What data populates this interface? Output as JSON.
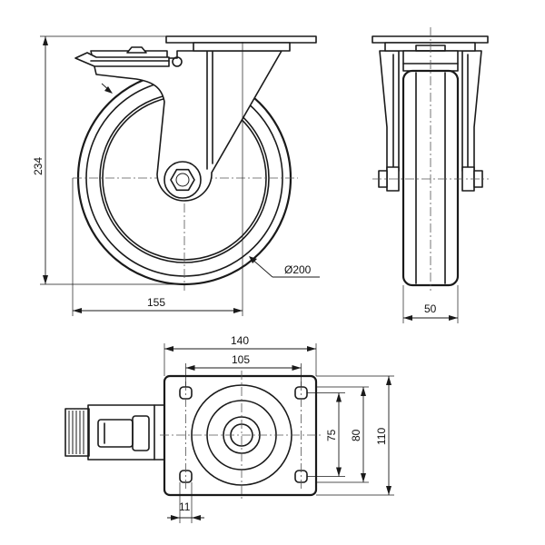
{
  "dimensions": {
    "overall_height": "234",
    "wheel_diameter": "Ø200",
    "offset": "155",
    "wheel_width": "50",
    "plate_width": "140",
    "plate_hole_spacing_x": "105",
    "plate_hole_spacing_y": "75",
    "plate_depth_inner": "80",
    "plate_depth": "110",
    "hole_size": "11"
  }
}
